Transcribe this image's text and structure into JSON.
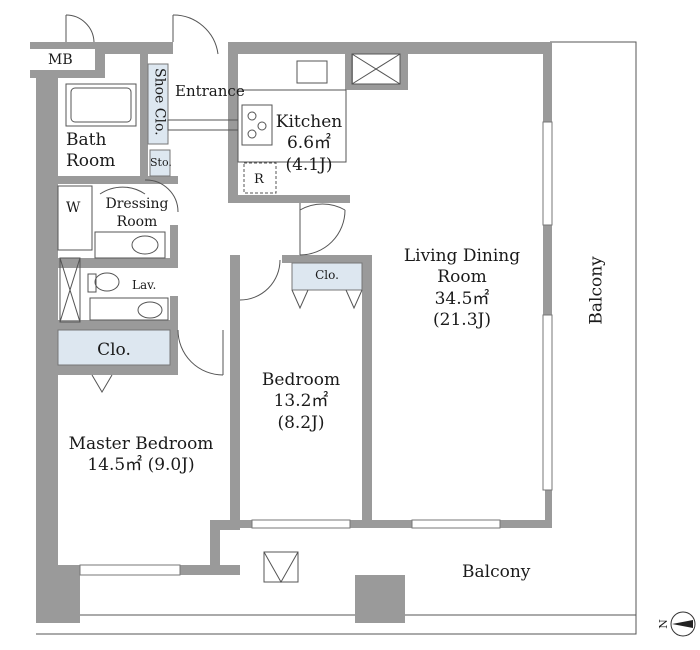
{
  "rooms": {
    "mb": "MB",
    "shoe_closet": "Shoe Clo.",
    "entrance": "Entrance",
    "kitchen": {
      "name": "Kitchen",
      "area": "6.6㎡",
      "jo": "(4.1J)"
    },
    "refrigerator": "R",
    "bath": {
      "line1": "Bath",
      "line2": "Room"
    },
    "storage": "Sto.",
    "washer": "W",
    "dressing": {
      "line1": "Dressing",
      "line2": "Room"
    },
    "lavatory": "Lav.",
    "closet_bedroom": "Clo.",
    "closet_master": "Clo.",
    "living": {
      "line1": "Living Dining",
      "line2": "Room",
      "area": "34.5㎡",
      "jo": "(21.3J)"
    },
    "bedroom": {
      "name": "Bedroom",
      "area": "13.2㎡",
      "jo": "(8.2J)"
    },
    "master": {
      "name": "Master Bedroom",
      "area": "14.5㎡ (9.0J)"
    },
    "balcony_east": "Balcony",
    "balcony_south": "Balcony"
  },
  "compass": {
    "label": "N"
  },
  "colors": {
    "wall": "#9a9a9a",
    "closet": "#dde7f0",
    "line": "#333333"
  }
}
